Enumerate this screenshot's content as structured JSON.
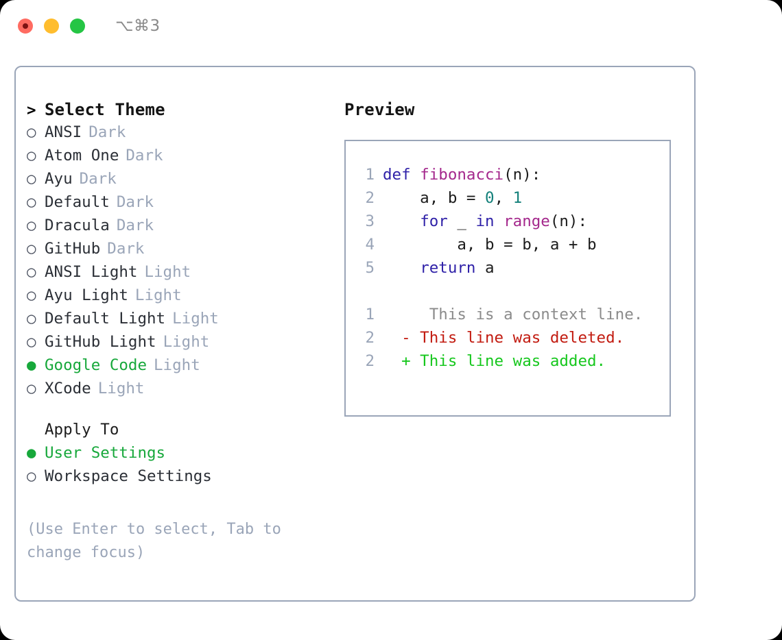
{
  "window": {
    "shortcut": "⌥⌘3",
    "lights": [
      {
        "name": "close",
        "color": "#ff6b61"
      },
      {
        "name": "minimize",
        "color": "#ffbd2e"
      },
      {
        "name": "maximize",
        "color": "#25c544"
      }
    ]
  },
  "theme_list": {
    "caret": ">",
    "title": "Select Theme",
    "marker_unselected": "○",
    "marker_selected": "●",
    "items": [
      {
        "name": "ANSI",
        "variant": "Dark",
        "selected": false
      },
      {
        "name": "Atom One",
        "variant": "Dark",
        "selected": false
      },
      {
        "name": "Ayu",
        "variant": "Dark",
        "selected": false
      },
      {
        "name": "Default",
        "variant": "Dark",
        "selected": false
      },
      {
        "name": "Dracula",
        "variant": "Dark",
        "selected": false
      },
      {
        "name": "GitHub",
        "variant": "Dark",
        "selected": false
      },
      {
        "name": "ANSI Light",
        "variant": "Light",
        "selected": false
      },
      {
        "name": "Ayu Light",
        "variant": "Light",
        "selected": false
      },
      {
        "name": "Default Light",
        "variant": "Light",
        "selected": false
      },
      {
        "name": "GitHub Light",
        "variant": "Light",
        "selected": false
      },
      {
        "name": "Google Code",
        "variant": "Light",
        "selected": true
      },
      {
        "name": "XCode",
        "variant": "Light",
        "selected": false
      }
    ]
  },
  "apply_to": {
    "title": "Apply To",
    "items": [
      {
        "name": "User Settings",
        "selected": true
      },
      {
        "name": "Workspace Settings",
        "selected": false
      }
    ]
  },
  "hint": "(Use Enter to select, Tab to change focus)",
  "preview": {
    "title": "Preview",
    "code_lines": [
      {
        "no": "1",
        "tokens": [
          {
            "t": "def ",
            "c": "kw"
          },
          {
            "t": "fibonacci",
            "c": "fn"
          },
          {
            "t": "(n):",
            "c": "pl"
          }
        ]
      },
      {
        "no": "2",
        "tokens": [
          {
            "t": "    a, b = ",
            "c": "pl"
          },
          {
            "t": "0",
            "c": "num"
          },
          {
            "t": ", ",
            "c": "pl"
          },
          {
            "t": "1",
            "c": "num"
          }
        ]
      },
      {
        "no": "3",
        "tokens": [
          {
            "t": "    ",
            "c": "pl"
          },
          {
            "t": "for",
            "c": "kw"
          },
          {
            "t": " _ ",
            "c": "pl"
          },
          {
            "t": "in",
            "c": "kw"
          },
          {
            "t": " ",
            "c": "pl"
          },
          {
            "t": "range",
            "c": "fn"
          },
          {
            "t": "(n):",
            "c": "pl"
          }
        ]
      },
      {
        "no": "4",
        "tokens": [
          {
            "t": "        a, b = b, a + b",
            "c": "pl"
          }
        ]
      },
      {
        "no": "5",
        "tokens": [
          {
            "t": "    ",
            "c": "pl"
          },
          {
            "t": "return",
            "c": "kw"
          },
          {
            "t": " a",
            "c": "pl"
          }
        ]
      }
    ],
    "diff_lines": [
      {
        "no": "1",
        "sign": " ",
        "text": "  This is a context line.",
        "kind": "ctx"
      },
      {
        "no": "2",
        "sign": "-",
        "text": " This line was deleted.",
        "kind": "del"
      },
      {
        "no": "2",
        "sign": "+",
        "text": " This line was added.",
        "kind": "add"
      }
    ]
  },
  "colors": {
    "selected_green": "#17a83b",
    "muted": "#9aa5b8",
    "border": "#9aa5b8",
    "keyword": "#2f21a8",
    "function": "#a4288c",
    "number": "#13807a",
    "diff_deleted": "#c21b10",
    "diff_added": "#16c71d",
    "diff_context": "#8b8b8b"
  }
}
